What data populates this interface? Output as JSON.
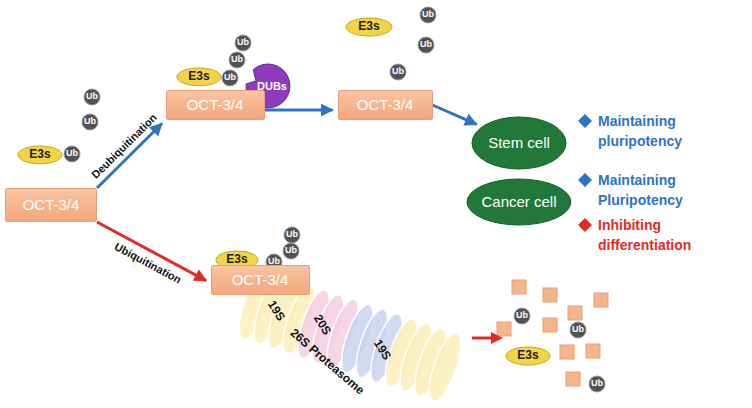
{
  "diagram": {
    "nodes": [
      {
        "text": [
          "E3s"
        ]
      },
      {
        "text": [
          "Ub"
        ]
      },
      {
        "text": [
          "Ub"
        ]
      },
      {
        "text": [
          "Ub"
        ]
      },
      {
        "text": [
          "OCT-3/4"
        ]
      },
      {
        "text": [
          "E3s"
        ]
      },
      {
        "text": [
          "Ub"
        ]
      },
      {
        "text": [
          "Ub"
        ]
      },
      {
        "text": [
          "Ub"
        ]
      },
      {
        "text": [
          "DUBs"
        ]
      },
      {
        "text": [
          "OCT-3/4"
        ]
      },
      {
        "text": [
          "E3s"
        ]
      },
      {
        "text": [
          "Ub"
        ]
      },
      {
        "text": [
          "Ub"
        ]
      },
      {
        "text": [
          "Ub"
        ]
      },
      {
        "text": [
          "OCT-3/4"
        ]
      },
      {
        "text": [
          "Stem cell"
        ]
      },
      {
        "text": [
          "Cancer cell"
        ]
      },
      {
        "text": [
          "E3s"
        ]
      },
      {
        "text": [
          "Ub"
        ]
      },
      {
        "text": [
          "Ub"
        ]
      },
      {
        "text": [
          "Ub"
        ]
      },
      {
        "text": [
          "OCT-3/4"
        ]
      },
      {
        "text": [
          "Ub"
        ]
      },
      {
        "text": [
          "Ub"
        ]
      },
      {
        "text": [
          "E3s"
        ]
      },
      {
        "text": [
          "Ub"
        ]
      }
    ],
    "edges": [
      {
        "from": 4,
        "to": 10,
        "label": "Deubiquitination",
        "arrow": "to"
      },
      {
        "from": 4,
        "to": 22,
        "label": "Ubiquitination",
        "arrow": "to"
      },
      {
        "from": 10,
        "to": 15,
        "arrow": "to"
      },
      {
        "from": 15,
        "to": 16,
        "arrow": "to"
      }
    ],
    "labels": [
      "Maintaining pluripotency",
      "Maintaining Pluripotency",
      "Inhibiting differentiation",
      "19S",
      "20S",
      "19S",
      "26S Proteasome"
    ]
  }
}
